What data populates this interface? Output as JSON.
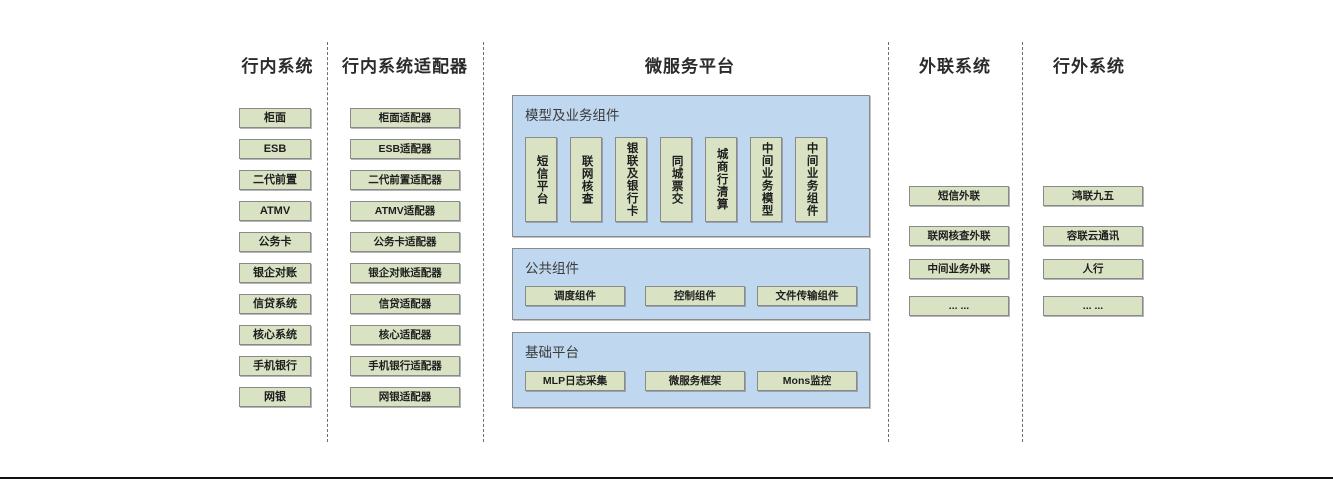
{
  "diagram": {
    "title_row": [
      {
        "id": "in-bank-systems",
        "label": "行内系统"
      },
      {
        "id": "in-bank-adapters",
        "label": "行内系统适配器"
      },
      {
        "id": "microservice-platform",
        "label": "微服务平台"
      },
      {
        "id": "external-link-systems",
        "label": "外联系统"
      },
      {
        "id": "outside-bank-systems",
        "label": "行外系统"
      }
    ],
    "columns": {
      "in_bank_systems": {
        "title": "行内系统",
        "items": [
          "柜面",
          "ESB",
          "二代前置",
          "ATMV",
          "公务卡",
          "银企对账",
          "信贷系统",
          "核心系统",
          "手机银行",
          "网银"
        ]
      },
      "in_bank_adapters": {
        "title": "行内系统适配器",
        "items": [
          "柜面适配器",
          "ESB适配器",
          "二代前置适配器",
          "ATMV适配器",
          "公务卡适配器",
          "银企对账适配器",
          "信贷适配器",
          "核心适配器",
          "手机银行适配器",
          "网银适配器"
        ]
      },
      "external_link_systems": {
        "title": "外联系统",
        "items": [
          "短信外联",
          "联网核查外联",
          "中间业务外联",
          "... ..."
        ]
      },
      "outside_bank_systems": {
        "title": "行外系统",
        "items": [
          "鸿联九五",
          "容联云通讯",
          "人行",
          "... ..."
        ]
      }
    },
    "microservice_platform": {
      "title": "微服务平台",
      "panels": [
        {
          "id": "model-business-components",
          "title": "模型及业务组件",
          "orientation": "vertical",
          "items": [
            "短信平台",
            "联网核查",
            "银联及银行卡",
            "同城票交",
            "城商行清算",
            "中间业务模型",
            "中间业务组件"
          ]
        },
        {
          "id": "public-components",
          "title": "公共组件",
          "orientation": "horizontal",
          "items": [
            "调度组件",
            "控制组件",
            "文件传输组件"
          ]
        },
        {
          "id": "base-platform",
          "title": "基础平台",
          "orientation": "horizontal",
          "items": [
            "MLP日志采集",
            "微服务框架",
            "Mons监控"
          ]
        }
      ]
    },
    "colors": {
      "node_fill": "#d9e3c4",
      "node_border": "#8a8a8a",
      "panel_fill": "#bfd8ef",
      "panel_border": "#8a8a8a",
      "divider": "#6f6f6f",
      "title_text": "#2b2b2b",
      "panel_title_text": "#3b3b3b"
    }
  }
}
